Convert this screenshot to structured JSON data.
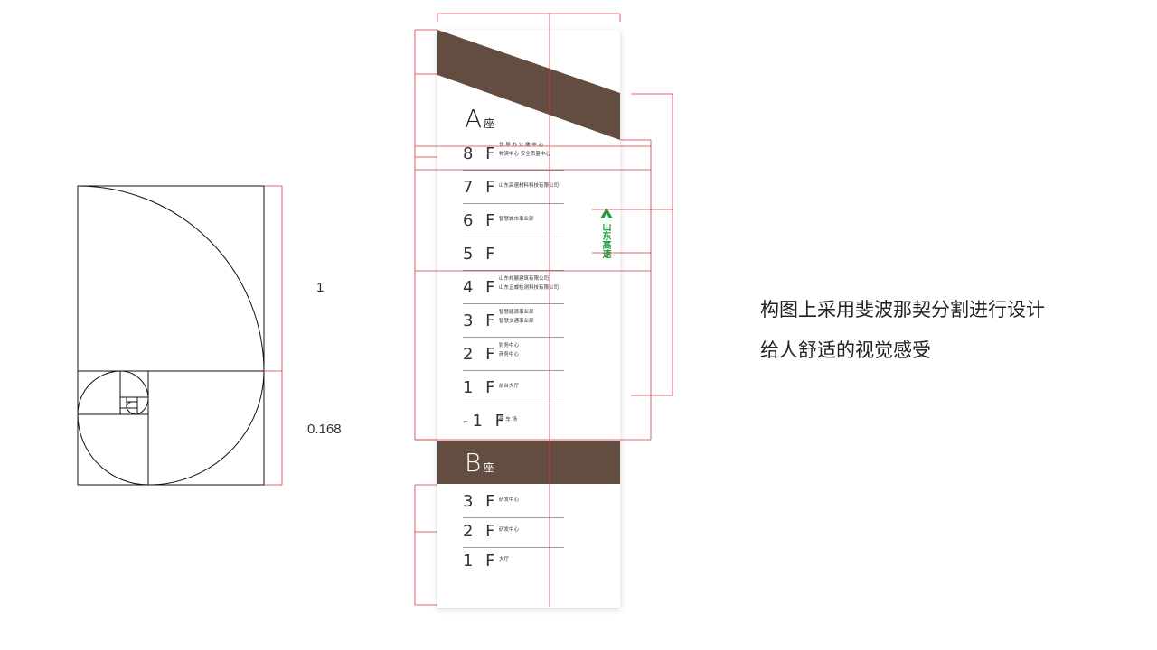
{
  "ratio_labels": {
    "top": "1",
    "bottom": "0.168"
  },
  "block_a": {
    "letter": "A",
    "suffix": "座"
  },
  "block_b": {
    "letter": "B",
    "suffix": "座"
  },
  "floors_a": [
    {
      "floor": "8 F",
      "lines": [
        "领 导 办 公 楼 中 心",
        "物资中心  安全质量中心"
      ]
    },
    {
      "floor": "7 F",
      "lines": [
        "山东高速材料科技有限公司"
      ]
    },
    {
      "floor": "6 F",
      "lines": [
        "智慧城市事业部"
      ]
    },
    {
      "floor": "5 F",
      "lines": []
    },
    {
      "floor": "4 F",
      "lines": [
        "山东邦展建筑有限公司",
        "山东正威检测科技有限公司"
      ]
    },
    {
      "floor": "3 F",
      "lines": [
        "智慧能源事业部",
        "智慧交通事业部"
      ]
    },
    {
      "floor": "2 F",
      "lines": [
        "财务中心",
        "商务中心"
      ]
    },
    {
      "floor": "1 F",
      "lines": [
        "前台大厅"
      ]
    },
    {
      "floor": "-1 F",
      "lines": [
        "停 车 场"
      ]
    }
  ],
  "floors_b": [
    {
      "floor": "3 F",
      "lines": [
        "研发中心"
      ]
    },
    {
      "floor": "2 F",
      "lines": [
        "研发中心"
      ]
    },
    {
      "floor": "1 F",
      "lines": [
        "大厅"
      ]
    }
  ],
  "logo": {
    "icon": "a-logo-icon",
    "text": "山东高速",
    "color": "#1e9b3a"
  },
  "caption": {
    "line1": "构图上采用斐波那契分割进行设计",
    "line2": "给人舒适的视觉感受"
  },
  "colors": {
    "band": "#624d40",
    "guide": "#d8383f"
  }
}
